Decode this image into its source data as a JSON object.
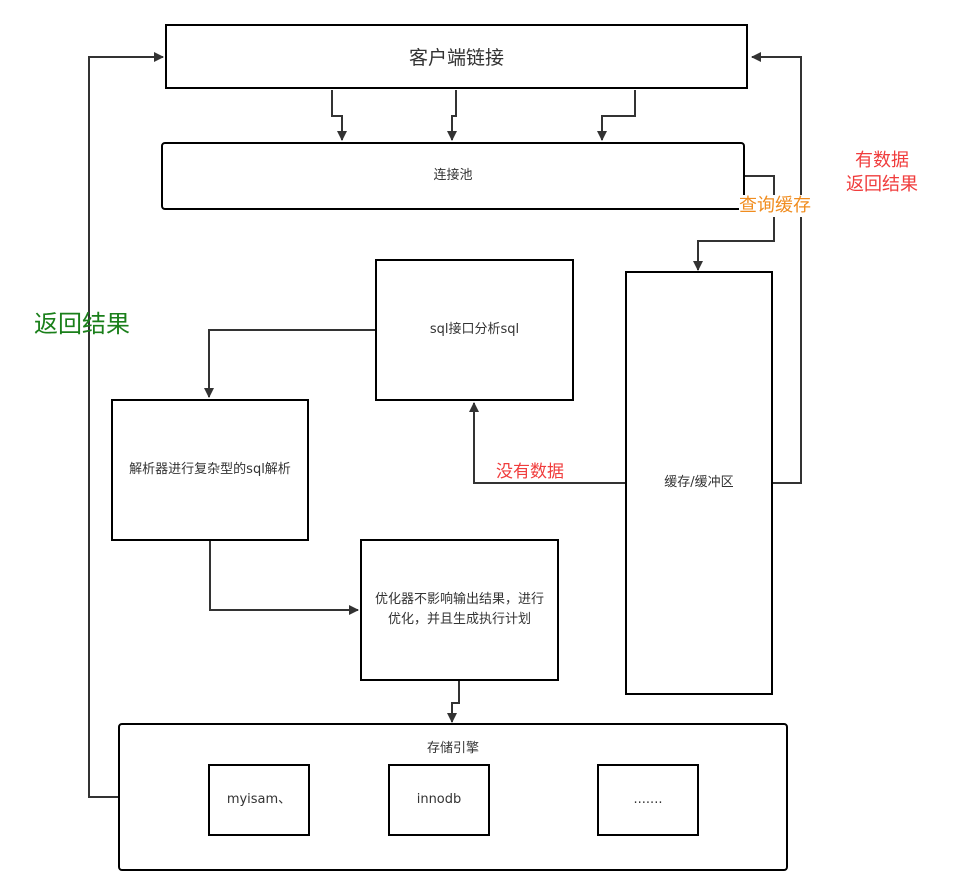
{
  "nodes": {
    "client": "客户端链接",
    "pool": "连接池",
    "sql_iface": "sql接口分析sql",
    "parser": "解析器进行复杂型的sql解析",
    "optimizer_l1": "优化器不影响输出结果，进行",
    "optimizer_l2": "优化，并且生成执行计划",
    "cache": "缓存/缓冲区",
    "engine": "存储引擎",
    "myisam": "myisam、",
    "innodb": "innodb",
    "more": "......."
  },
  "edge_labels": {
    "query_cache": "查询缓存",
    "has_data_l1": "有数据",
    "has_data_l2": "返回结果",
    "no_data": "没有数据",
    "return_result": "返回结果"
  },
  "colors": {
    "stroke": "#000000",
    "edge": "#333333",
    "orange": "#f08c1e",
    "red": "#f03c3c",
    "green": "#1a7f1a"
  }
}
